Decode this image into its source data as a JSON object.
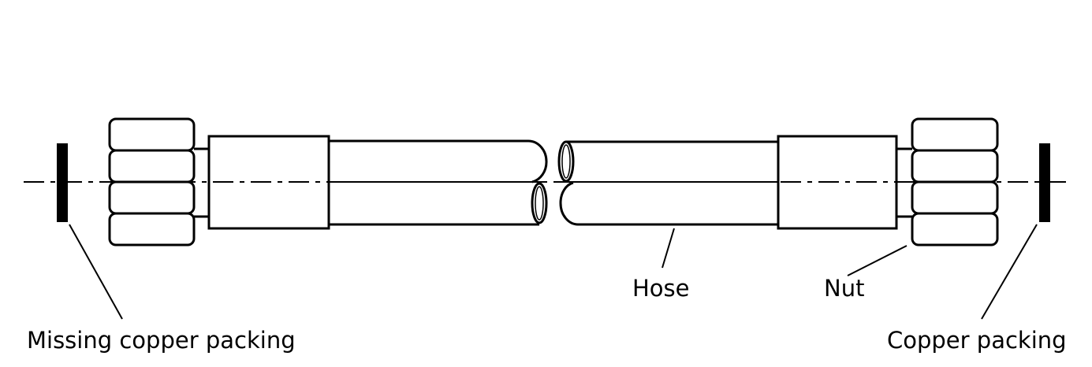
{
  "labels": {
    "missing_packing": "Missing copper packing",
    "hose": "Hose",
    "nut": "Nut",
    "copper_packing": "Copper packing"
  },
  "colors": {
    "stroke": "#000000",
    "background": "#ffffff"
  }
}
